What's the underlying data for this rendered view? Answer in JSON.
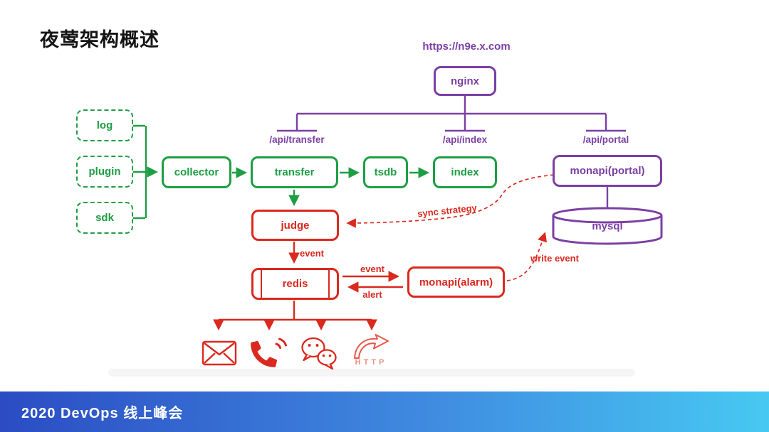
{
  "title": "夜莺架构概述",
  "header": {
    "url": "https://n9e.x.com"
  },
  "colors": {
    "green": "#1e9e44",
    "purple": "#7b3fa5",
    "red": "#da291f",
    "red_light": "#ef8e85",
    "title_text": "#141414",
    "banner_left": "#2b4cc3",
    "banner_right": "#47c9f2"
  },
  "nodes": {
    "nginx": "nginx",
    "log": "log",
    "plugin": "plugin",
    "sdk": "sdk",
    "collector": "collector",
    "transfer": "transfer",
    "tsdb": "tsdb",
    "index": "index",
    "judge": "judge",
    "redis": "redis",
    "monapi_alarm": "monapi(alarm)",
    "monapi_portal": "monapi(portal)",
    "mysql": "mysql"
  },
  "routes": {
    "transfer": "/api/transfer",
    "index": "/api/index",
    "portal": "/api/portal"
  },
  "edge_labels": {
    "judge_event": "event",
    "redis_event": "event",
    "alert": "alert",
    "sync_strategy": "sync strategy",
    "write_event": "write event"
  },
  "channels": {
    "http_label": "HTTP",
    "icons": [
      "email",
      "phone",
      "wechat",
      "http"
    ]
  },
  "footer": {
    "text": "2020 DevOps 线上峰会"
  }
}
